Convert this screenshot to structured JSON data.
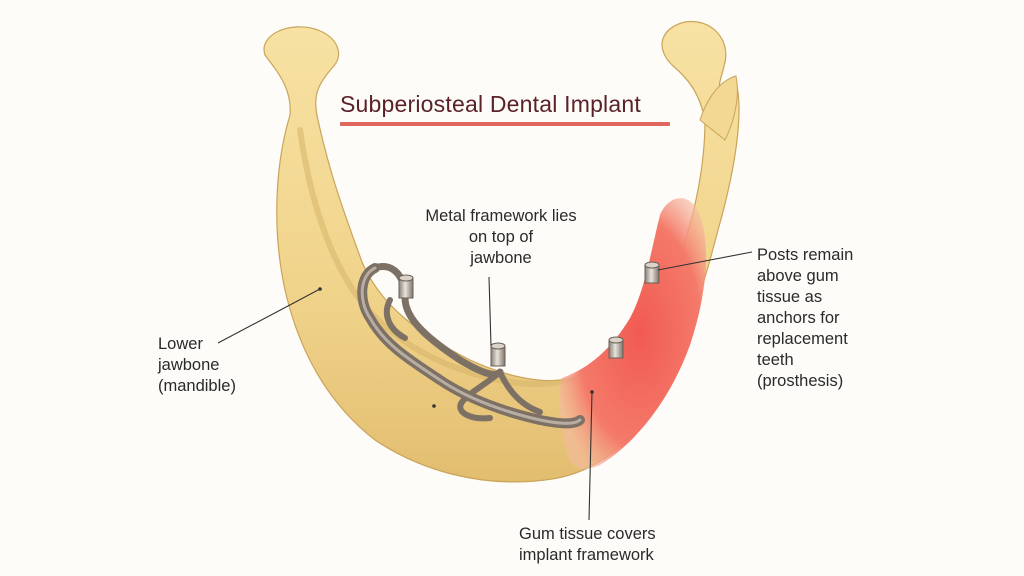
{
  "title": "Subperiosteal Dental Implant",
  "labels": {
    "jawbone": [
      "Lower",
      "jawbone",
      "(mandible)"
    ],
    "framework": [
      "Metal framework lies",
      "on top of",
      "jawbone"
    ],
    "posts": [
      "Posts remain",
      "above gum",
      "tissue as",
      "anchors for",
      "replacement",
      "teeth",
      "(prosthesis)"
    ],
    "gum": [
      "Gum tissue covers",
      "implant framework"
    ]
  },
  "colors": {
    "bone": "#f1d68e",
    "bone_shadow": "#d6b46a",
    "gum": "#f26a5e",
    "metal": "#8b7f73",
    "title": "#5a2228",
    "underline": "#e0675d"
  }
}
